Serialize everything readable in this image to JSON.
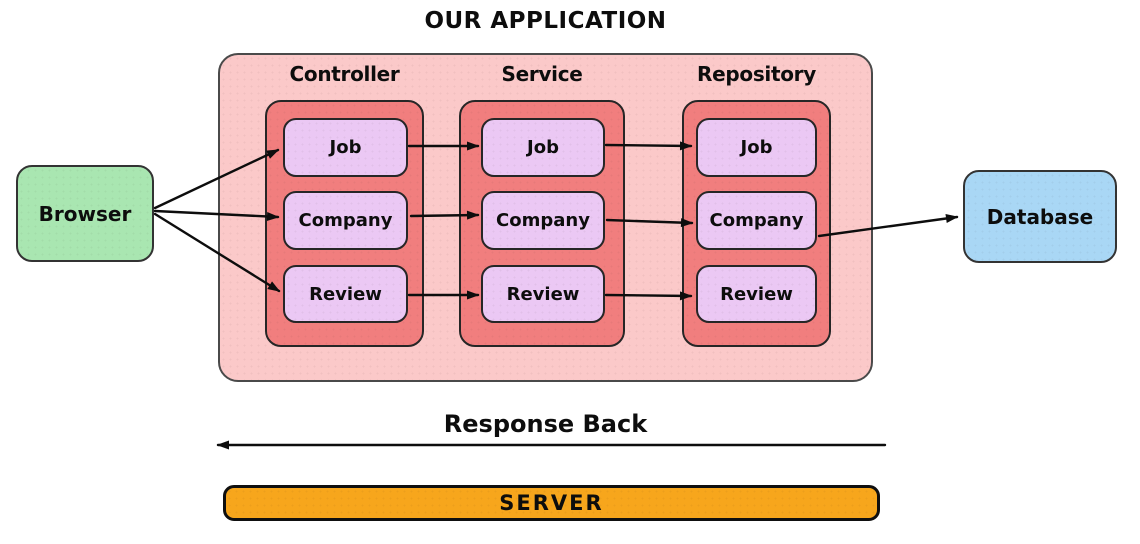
{
  "title": "OUR APPLICATION",
  "colors": {
    "container_pink": "#fbc9c9",
    "column_red": "#f17e7e",
    "node_purple": "#ebc8f4",
    "browser_green": "#a9e6b1",
    "database_blue": "#a9d7f5",
    "server_orange": "#f7a61c",
    "stroke_dark": "#0d0d0d"
  },
  "external": {
    "browser_label": "Browser",
    "database_label": "Database"
  },
  "columns": [
    {
      "label": "Controller",
      "items": [
        "Job",
        "Company",
        "Review"
      ]
    },
    {
      "label": "Service",
      "items": [
        "Job",
        "Company",
        "Review"
      ]
    },
    {
      "label": "Repository",
      "items": [
        "Job",
        "Company",
        "Review"
      ]
    }
  ],
  "edges": [
    "browser -> controller.job",
    "browser -> controller.company",
    "browser -> controller.review",
    "controller.job -> service.job",
    "controller.company -> service.company",
    "controller.review -> service.review",
    "service.job -> repository.job",
    "service.company -> repository.company",
    "service.review -> repository.review",
    "repository.company -> database",
    "response back: application -> browser"
  ],
  "response_back_label": "Response Back",
  "server_label": "SERVER"
}
